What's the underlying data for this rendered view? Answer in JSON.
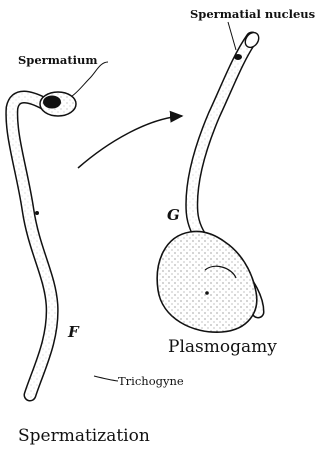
{
  "labels": {
    "spermatium": "Spermatium",
    "spermatial_nucleus": "Spermatial nucleus",
    "letter_f": "F",
    "letter_g": "G",
    "trichogyne": "Trichogyne",
    "plasmogamy": "Plasmogamy",
    "spermatization": "Spermatization"
  },
  "colors": {
    "ink": "#111111",
    "watermark": "#f0a8a8"
  }
}
